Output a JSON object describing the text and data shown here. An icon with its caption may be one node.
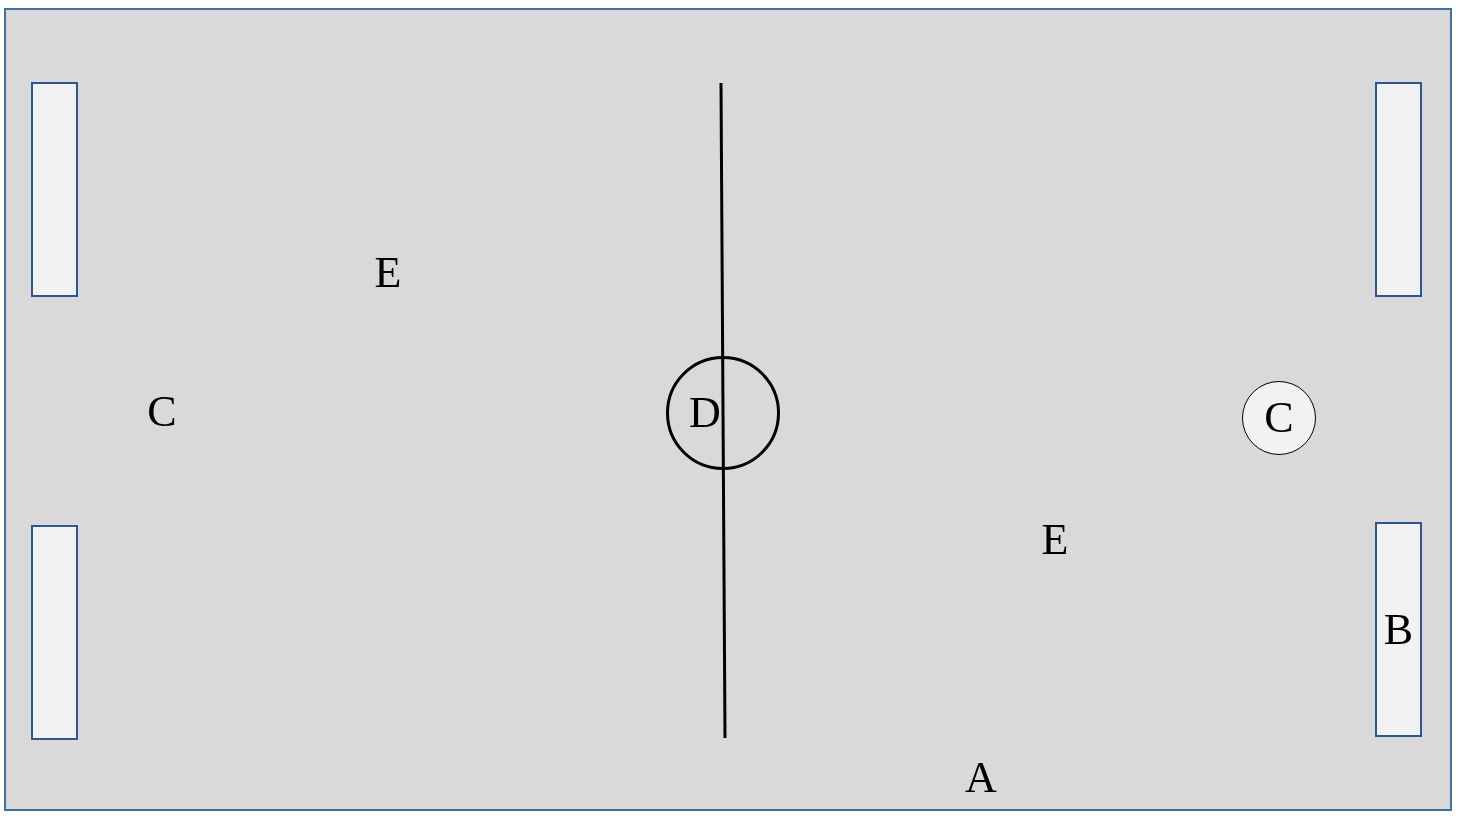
{
  "diagram": {
    "nodes": [
      {
        "text": [
          "A"
        ]
      },
      {
        "text": [],
        "shape": "box",
        "in": 0
      },
      {
        "text": [],
        "shape": "box",
        "in": 0
      },
      {
        "text": [
          "D"
        ],
        "in": 0
      },
      {
        "text": [
          "C"
        ],
        "in": 0
      },
      {
        "text": [],
        "shape": "box",
        "in": 0
      },
      {
        "text": [
          "B"
        ],
        "in": 0
      }
    ],
    "labels": [
      "E",
      "C",
      "E"
    ]
  }
}
